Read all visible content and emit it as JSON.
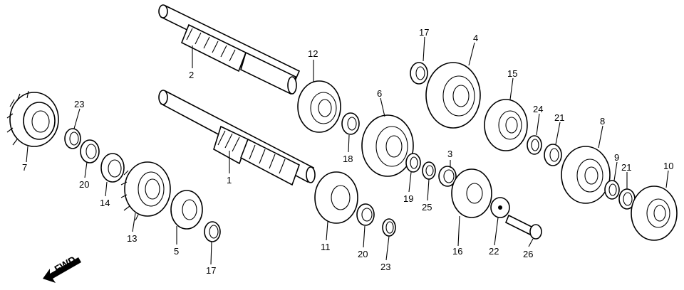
{
  "callouts": [
    {
      "id": "c1",
      "text": "1"
    },
    {
      "id": "c2",
      "text": "2"
    },
    {
      "id": "c3",
      "text": "3"
    },
    {
      "id": "c4",
      "text": "4"
    },
    {
      "id": "c5",
      "text": "5"
    },
    {
      "id": "c6",
      "text": "6"
    },
    {
      "id": "c7",
      "text": "7"
    },
    {
      "id": "c8",
      "text": "8"
    },
    {
      "id": "c9",
      "text": "9"
    },
    {
      "id": "c10",
      "text": "10"
    },
    {
      "id": "c11",
      "text": "11"
    },
    {
      "id": "c12",
      "text": "12"
    },
    {
      "id": "c13",
      "text": "13"
    },
    {
      "id": "c14",
      "text": "14"
    },
    {
      "id": "c15",
      "text": "15"
    },
    {
      "id": "c16",
      "text": "16"
    },
    {
      "id": "c17a",
      "text": "17"
    },
    {
      "id": "c17b",
      "text": "17"
    },
    {
      "id": "c18",
      "text": "18"
    },
    {
      "id": "c19",
      "text": "19"
    },
    {
      "id": "c20a",
      "text": "20"
    },
    {
      "id": "c20b",
      "text": "20"
    },
    {
      "id": "c21a",
      "text": "21"
    },
    {
      "id": "c21b",
      "text": "21"
    },
    {
      "id": "c22",
      "text": "22"
    },
    {
      "id": "c23a",
      "text": "23"
    },
    {
      "id": "c23b",
      "text": "23"
    },
    {
      "id": "c24",
      "text": "24"
    },
    {
      "id": "c25",
      "text": "25"
    },
    {
      "id": "c26",
      "text": "26"
    }
  ],
  "fwd_label": "FWD"
}
